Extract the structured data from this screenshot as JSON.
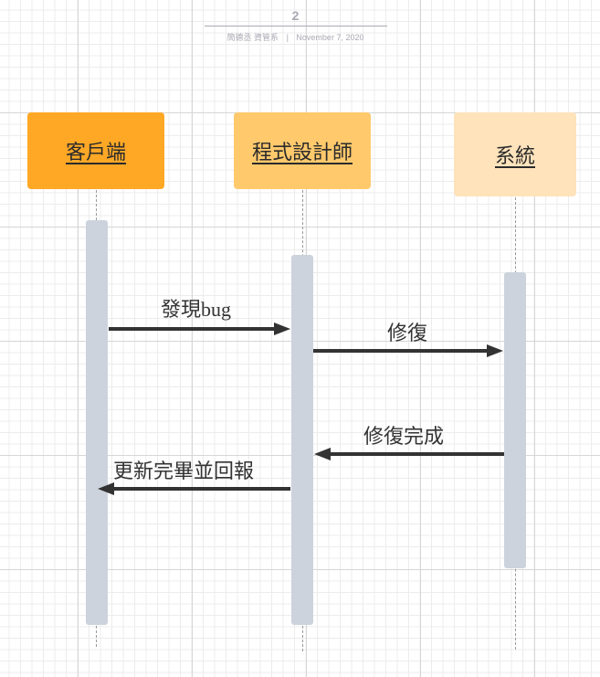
{
  "header": {
    "page_number": "2",
    "author": "簡德丞 資管系",
    "separator": "|",
    "date": "November 7, 2020"
  },
  "actors": {
    "client": "客戶端",
    "developer": "程式設計師",
    "system": "系統"
  },
  "messages": {
    "report_bug": "發現bug",
    "fix": "修復",
    "fix_done": "修復完成",
    "update_report": "更新完畢並回報"
  },
  "colors": {
    "client": "#ffa826",
    "developer": "#ffc96c",
    "system": "#ffe3bb",
    "activation": "#cdd3dc",
    "arrow": "#333333"
  }
}
